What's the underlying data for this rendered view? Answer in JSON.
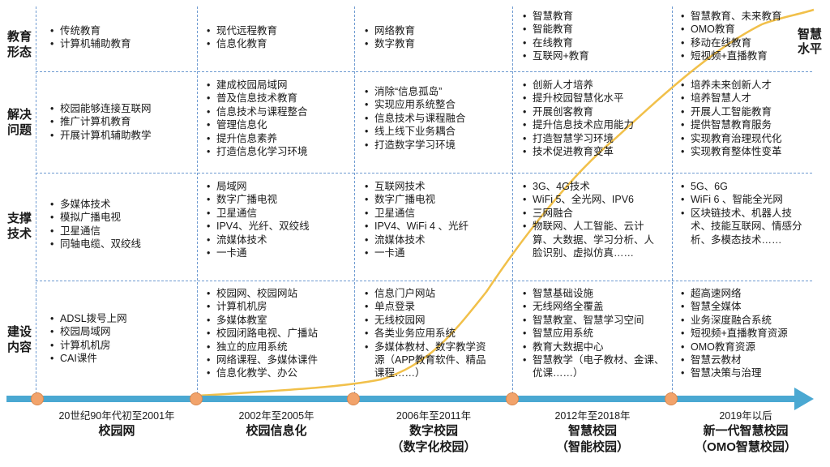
{
  "row_labels": [
    [
      "教育",
      "形态"
    ],
    [
      "解决",
      "问题"
    ],
    [
      "支撑",
      "技术"
    ],
    [
      "建设",
      "内容"
    ]
  ],
  "curve_label": [
    "智慧",
    "水平"
  ],
  "stages": [
    {
      "period": "20世纪90年代初至2001年",
      "name": [
        "校园网"
      ],
      "forms": [
        "传统教育",
        "计算机辅助教育"
      ],
      "problems": [
        "校园能够连接互联网",
        "推广计算机教育",
        "开展计算机辅助教学"
      ],
      "tech": [
        "多媒体技术",
        "模拟广播电视",
        "卫星通信",
        "同轴电缆、双绞线"
      ],
      "construction": [
        "ADSL拨号上网",
        "校园局域网",
        "计算机机房",
        "CAI课件"
      ]
    },
    {
      "period": "2002年至2005年",
      "name": [
        "校园信息化"
      ],
      "forms": [
        "现代远程教育",
        "信息化教育"
      ],
      "problems": [
        "建成校园局域网",
        "普及信息技术教育",
        "信息技术与课程整合",
        "管理信息化",
        "提升信息素养",
        "打造信息化学习环境"
      ],
      "tech": [
        "局域网",
        "数字广播电视",
        "卫星通信",
        "IPV4、光纤、双绞线",
        "流媒体技术",
        "一卡通"
      ],
      "construction": [
        "校园网、校园网站",
        "计算机机房",
        "多媒体教室",
        "校园闭路电视、广播站",
        "独立的应用系统",
        "网络课程、多媒体课件",
        "信息化教学、办公"
      ]
    },
    {
      "period": "2006年至2011年",
      "name": [
        "数字校园",
        "（数字化校园）"
      ],
      "forms": [
        "网络教育",
        "数字教育"
      ],
      "problems": [
        "消除“信息孤岛”",
        "实现应用系统整合",
        "信息技术与课程融合",
        "线上线下业务耦合",
        "打造数字学习环境"
      ],
      "tech": [
        "互联网技术",
        "数字广播电视",
        "卫星通信",
        "IPV4、WiFi 4 、光纤",
        "流媒体技术",
        "一卡通"
      ],
      "construction": [
        "信息门户网站",
        "单点登录",
        "无线校园网",
        "各类业务应用系统",
        "多媒体教材、数字教学资源（APP教育软件、精品课程……）"
      ]
    },
    {
      "period": "2012年至2018年",
      "name": [
        "智慧校园",
        "（智能校园）"
      ],
      "forms": [
        "智慧教育",
        "智能教育",
        "在线教育",
        "互联网+教育"
      ],
      "problems": [
        "创新人才培养",
        "提升校园智慧化水平",
        "开展创客教育",
        "提升信息技术应用能力",
        "打造智慧学习环境",
        "技术促进教育变革"
      ],
      "tech": [
        "3G、4G技术",
        "WiFi 5、全光网、IPV6",
        "三网融合",
        "物联网、人工智能、云计算、大数据、学习分析、人脸识别、虚拟仿真……"
      ],
      "construction": [
        "智慧基础设施",
        "无线网络全覆盖",
        "智慧教室、智慧学习空间",
        "智慧应用系统",
        "教育大数据中心",
        "智慧教学（电子教材、金课、优课……）"
      ]
    },
    {
      "period": "2019年以后",
      "name": [
        "新一代智慧校园",
        "（OMO智慧校园）"
      ],
      "forms": [
        "智慧教育、未来教育",
        "OMO教育",
        "移动在线教育",
        "短视频+直播教育"
      ],
      "problems": [
        "培养未来创新人才",
        "培养智慧人才",
        "开展人工智能教育",
        "提供智慧教育服务",
        "实现教育治理现代化",
        "实现教育整体性变革"
      ],
      "tech": [
        "5G、6G",
        "WiFi 6 、智能全光网",
        "区块链技术、机器人技术、技能互联网、情感分析、多模态技术……"
      ],
      "construction": [
        "超高速网络",
        "智慧全媒体",
        "业务深度融合系统",
        "短视频+直播教育资源",
        "OMO教育资源",
        "智慧云教材",
        "智慧决策与治理"
      ]
    }
  ],
  "colors": {
    "arrow": "#4aa8d2",
    "node": "#f2a36b",
    "curve": "#f1c04a",
    "separator": "#6f9bd1"
  }
}
